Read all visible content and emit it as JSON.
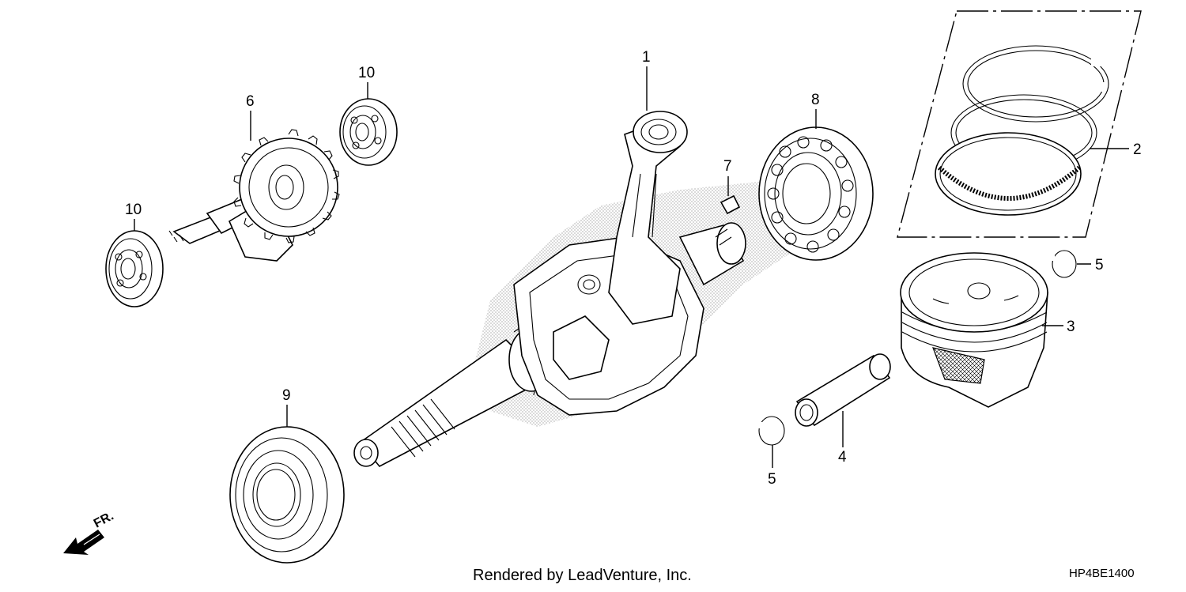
{
  "diagram": {
    "callouts": [
      {
        "id": "c1",
        "text": "1"
      },
      {
        "id": "c2",
        "text": "2"
      },
      {
        "id": "c3",
        "text": "3"
      },
      {
        "id": "c4",
        "text": "4"
      },
      {
        "id": "c5a",
        "text": "5"
      },
      {
        "id": "c5b",
        "text": "5"
      },
      {
        "id": "c6",
        "text": "6"
      },
      {
        "id": "c7",
        "text": "7"
      },
      {
        "id": "c8",
        "text": "8"
      },
      {
        "id": "c9",
        "text": "9"
      },
      {
        "id": "c10a",
        "text": "10"
      },
      {
        "id": "c10b",
        "text": "10"
      }
    ],
    "front_arrow_label": "FR.",
    "footer_credit": "Rendered by LeadVenture, Inc.",
    "diagram_code": "HP4BE1400"
  },
  "colors": {
    "line": "#000000",
    "background": "#ffffff",
    "halftone": "#8a8a8a"
  }
}
